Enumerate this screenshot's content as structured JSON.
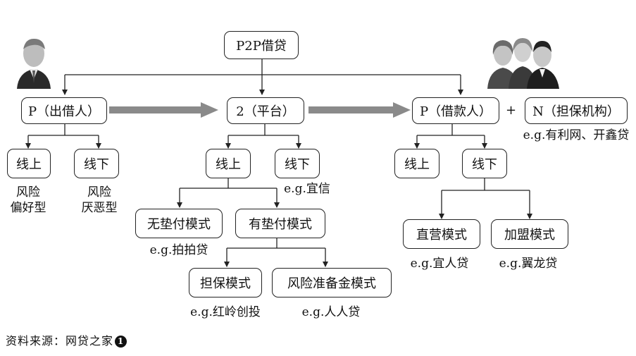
{
  "title": "P2P借贷",
  "level1": {
    "lender": "P（出借人）",
    "platform": "2（平台）",
    "borrower": "P（借款人）",
    "plus": "+",
    "guarantor": "N（担保机构）",
    "guarantor_example": "e.g.有利网、开鑫贷"
  },
  "lender_branch": {
    "online": "线上",
    "offline": "线下",
    "online_note_1": "风险",
    "online_note_2": "偏好型",
    "offline_note_1": "风险",
    "offline_note_2": "厌恶型"
  },
  "platform_branch": {
    "online": "线上",
    "offline": "线下",
    "offline_example": "e.g.宜信",
    "no_advance": "无垫付模式",
    "no_advance_example": "e.g.拍拍贷",
    "with_advance": "有垫付模式",
    "guarantee_mode": "担保模式",
    "guarantee_example": "e.g.红岭创投",
    "reserve_mode": "风险准备金模式",
    "reserve_example": "e.g.人人贷"
  },
  "borrower_branch": {
    "online": "线上",
    "offline": "线下",
    "direct": "直营模式",
    "direct_example": "e.g.宜人贷",
    "franchise": "加盟模式",
    "franchise_example": "e.g.翼龙贷"
  },
  "source_label": "资料来源：网贷之家",
  "source_marker": "1"
}
